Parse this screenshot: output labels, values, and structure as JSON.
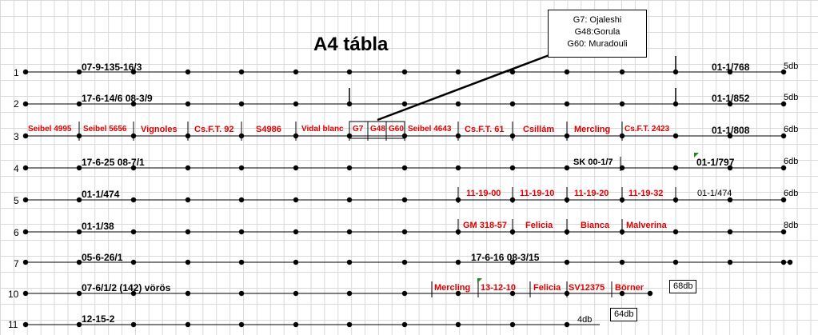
{
  "title": "A4 tábla",
  "legend": [
    "G7: Ojaleshi",
    "G48:Gorula",
    "G60: Muradouli"
  ],
  "rows": [
    {
      "num": "1",
      "count": "5db",
      "labels": [
        {
          "text": "07-9-135-16/3"
        },
        {
          "text": "01-1/768"
        }
      ]
    },
    {
      "num": "2",
      "count": "5db",
      "labels": [
        {
          "text": "17-6-14/6  08-3/9"
        },
        {
          "text": "01-1/852"
        }
      ]
    },
    {
      "num": "3",
      "count": "6db",
      "labels": [
        {
          "text": "Seibel 4995"
        },
        {
          "text": "Seibel 5656"
        },
        {
          "text": "Vignoles"
        },
        {
          "text": "Cs.F.T. 92"
        },
        {
          "text": "S4986"
        },
        {
          "text": "Vidal blanc"
        },
        {
          "text": "G7"
        },
        {
          "text": "G48"
        },
        {
          "text": "G60"
        },
        {
          "text": "Seibel 4643"
        },
        {
          "text": "Cs.F.T. 61"
        },
        {
          "text": "Csillám"
        },
        {
          "text": "Mercling"
        },
        {
          "text": "Cs.F.T. 2423"
        },
        {
          "text": "01-1/808"
        }
      ]
    },
    {
      "num": "4",
      "count": "6db",
      "labels": [
        {
          "text": "17-6-25   08-7/1"
        },
        {
          "text": "SK 00-1/7"
        },
        {
          "text": "01-1/797"
        }
      ]
    },
    {
      "num": "5",
      "count": "6db",
      "labels": [
        {
          "text": "01-1/474"
        },
        {
          "text": "11-19-00"
        },
        {
          "text": "11-19-10"
        },
        {
          "text": "11-19-20"
        },
        {
          "text": "11-19-32"
        },
        {
          "text": "01-1/474"
        }
      ]
    },
    {
      "num": "6",
      "count": "8db",
      "labels": [
        {
          "text": "01-1/38"
        },
        {
          "text": "GM 318-57"
        },
        {
          "text": "Felicia"
        },
        {
          "text": "Bianca"
        },
        {
          "text": "Malverina"
        }
      ]
    },
    {
      "num": "7",
      "count": "",
      "labels": [
        {
          "text": "05-6-26/1"
        },
        {
          "text": "17-6-16   08-3/15"
        }
      ]
    },
    {
      "num": "10",
      "count": "",
      "labels": [
        {
          "text": "07-6/1/2 (142) vörös"
        },
        {
          "text": "Mercling"
        },
        {
          "text": "13-12-10"
        },
        {
          "text": "Felicia"
        },
        {
          "text": "SV12375"
        },
        {
          "text": "Börner"
        }
      ]
    },
    {
      "num": "11",
      "count": "4db",
      "labels": [
        {
          "text": "12-15-2"
        }
      ]
    }
  ],
  "callouts": [
    "68db",
    "64db"
  ],
  "colors": {
    "red_text": "#e00000",
    "line": "#000000",
    "grid": "#d9d9d9"
  }
}
